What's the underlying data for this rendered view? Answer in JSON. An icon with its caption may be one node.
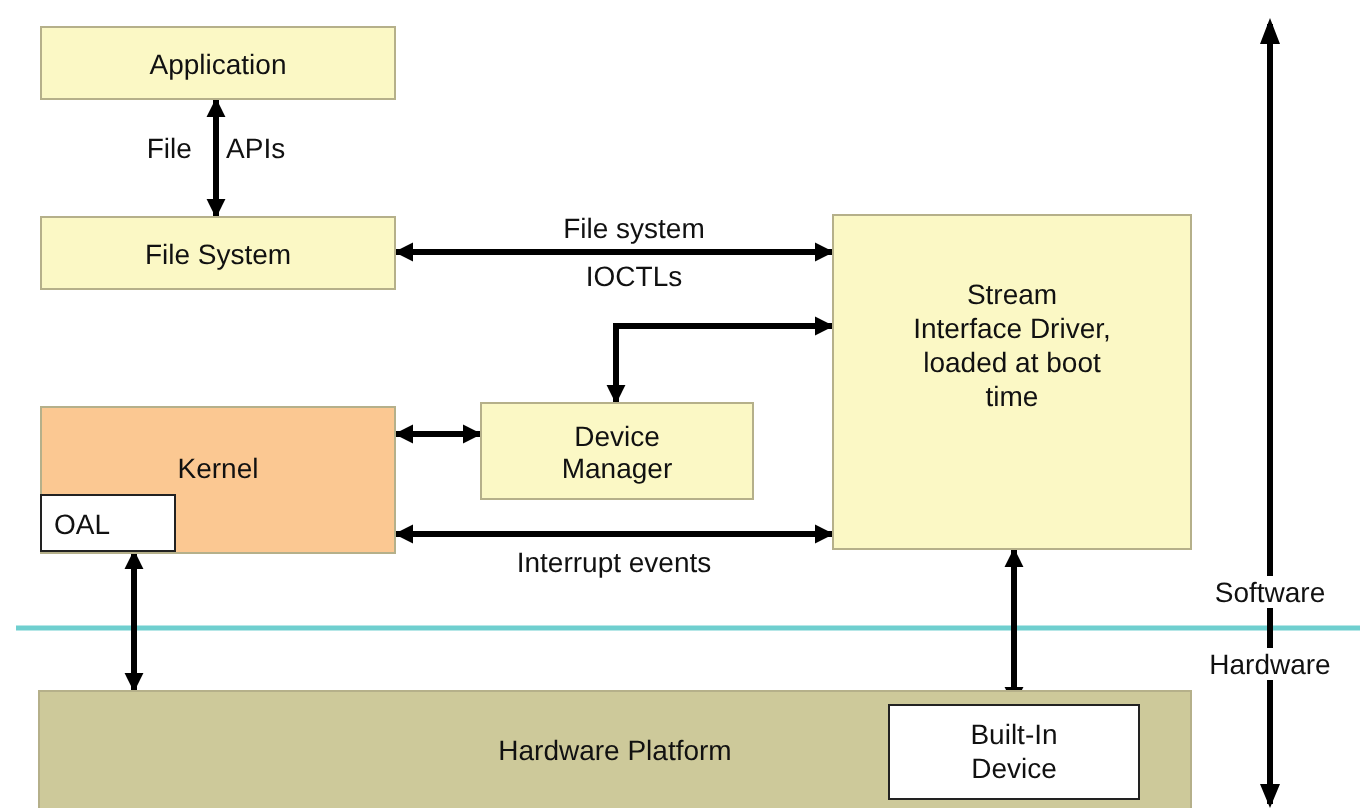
{
  "diagram": {
    "nodes": [
      {
        "text": [
          "Application"
        ]
      },
      {
        "text": [
          "File System"
        ]
      },
      {
        "text": [
          "Stream Interface Driver, loaded at boot time"
        ]
      },
      {
        "text": [
          "Kernel"
        ]
      },
      {
        "text": [
          "OAL"
        ],
        "in": 3
      },
      {
        "text": [
          "Device Manager"
        ]
      },
      {
        "text": [
          "Hardware Platform"
        ]
      },
      {
        "text": [
          "Built-In Device"
        ],
        "in": 6
      }
    ],
    "edges": [
      {
        "from": 0,
        "to": 1,
        "arrow": "both",
        "label": "File APIs"
      },
      {
        "from": 1,
        "to": 2,
        "arrow": "both",
        "label": "File system IOCTLs"
      },
      {
        "from": 2,
        "to": 5,
        "arrow": "both"
      },
      {
        "from": 3,
        "to": 5,
        "arrow": "both"
      },
      {
        "from": 3,
        "to": 2,
        "arrow": "both",
        "label": "Interrupt events"
      },
      {
        "from": 4,
        "to": 6,
        "arrow": "both"
      },
      {
        "from": 2,
        "to": 7,
        "arrow": "both"
      }
    ],
    "labels": [
      "Software",
      "Hardware"
    ]
  }
}
